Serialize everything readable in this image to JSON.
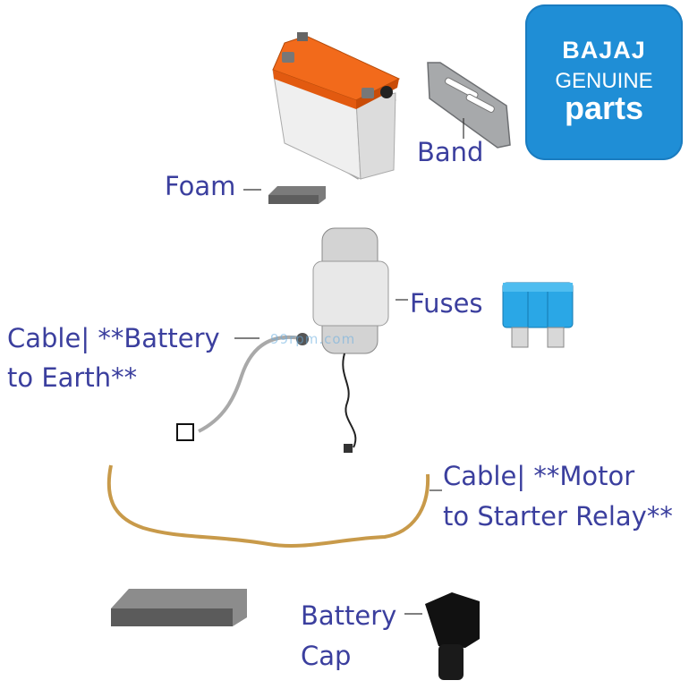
{
  "logo": {
    "line1": "BAJAJ",
    "line2": "GENUINE",
    "line3": "parts"
  },
  "watermark": "99rpm.com",
  "labels": {
    "band": "Band",
    "foam": "Foam",
    "fuses": "Fuses",
    "cable_earth_line1": "Cable| **Battery",
    "cable_earth_line2": "to Earth**",
    "cable_motor_line1": "Cable| **Motor",
    "cable_motor_line2": "to Starter Relay**",
    "battery_cap_line1": "Battery",
    "battery_cap_line2": "Cap"
  },
  "colors": {
    "label_text": "#3b3f9e",
    "logo_bg": "#1f8ed6",
    "battery_top": "#f26a1b",
    "fuse_blue": "#2aa7e6"
  }
}
